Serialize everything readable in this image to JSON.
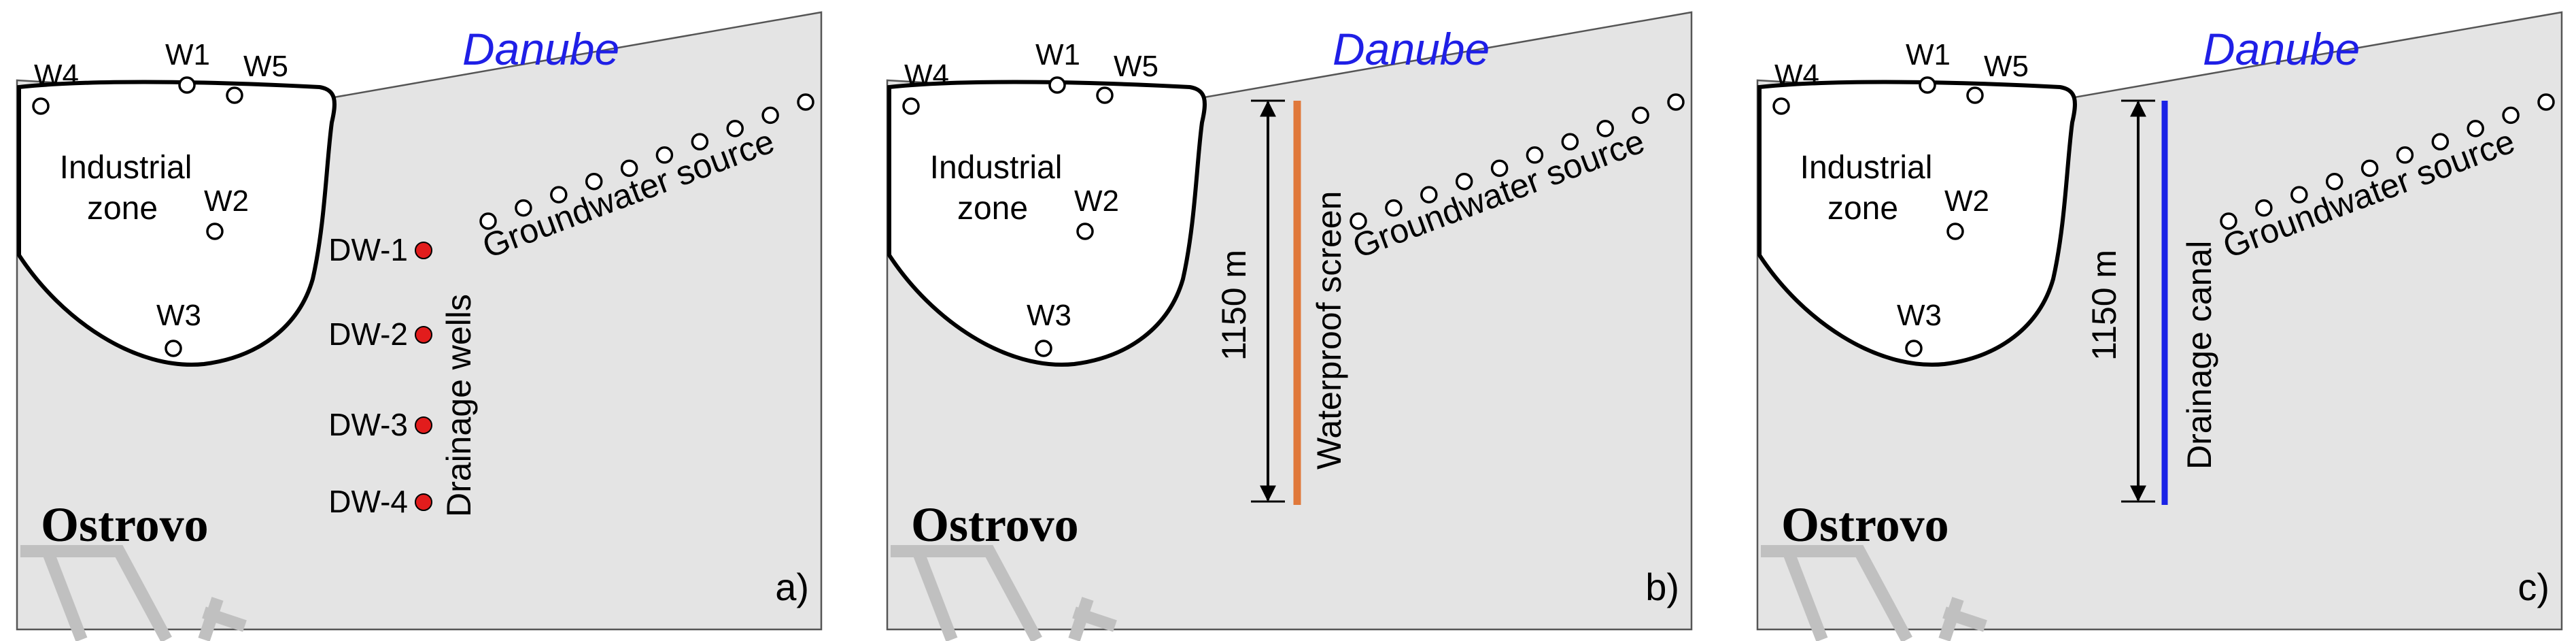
{
  "colors": {
    "land": "#e4e4e4",
    "river_label": "#1f1fe6",
    "drainage_well": "#e21c1c",
    "waterproof_screen": "#e0783a",
    "drainage_canal": "#1a22e6",
    "road": "#c0c0c0"
  },
  "labels": {
    "river": "Danube",
    "industrial_line1": "Industrial",
    "industrial_line2": "zone",
    "town": "Ostrovo",
    "groundwater_source": "Groundwater source",
    "w1": "W1",
    "w2": "W2",
    "w3": "W3",
    "w4": "W4",
    "w5": "W5",
    "length": "1150 m"
  },
  "panels": [
    {
      "id": "a",
      "tag": "a)",
      "measure": "",
      "barrier_label": "Drainage wells",
      "barrier": "wells",
      "wells": [
        "DW-1",
        "DW-2",
        "DW-3",
        "DW-4"
      ]
    },
    {
      "id": "b",
      "tag": "b)",
      "measure": "1150 m",
      "barrier_label": "Waterproof screen",
      "barrier": "screen"
    },
    {
      "id": "c",
      "tag": "c)",
      "measure": "1150 m",
      "barrier_label": "Drainage canal",
      "barrier": "canal"
    }
  ]
}
